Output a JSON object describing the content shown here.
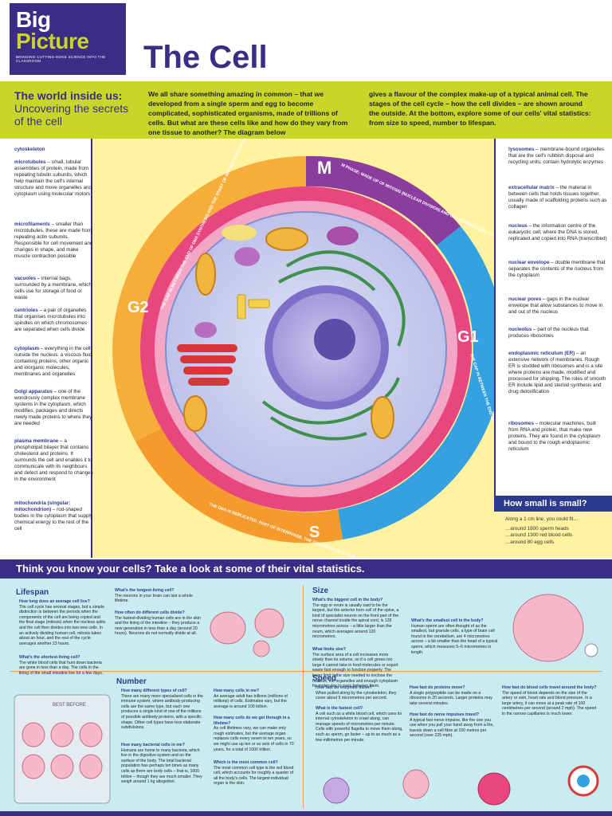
{
  "header": {
    "logo_big": "Big",
    "logo_picture": "Picture",
    "logo_tagline": "BRINGING CUTTING-EDGE SCIENCE INTO THE CLASSROOM",
    "title": "The Cell"
  },
  "intro": {
    "heading_a": "The world inside us:",
    "heading_b": "Uncovering the secrets of the cell",
    "text_col1": "We all share something amazing in common – that we developed from a single sperm and egg to become complicated, sophisticated organisms, made of trillions of cells. But what are these cells like and how do they vary from one tissue to another? The diagram below",
    "text_col2": "gives a flavour of the complex make-up of a typical animal cell. The stages of the cell cycle – how the cell divides – are shown around the outside. At the bottom, explore some of our cells' vital statistics: from size to speed, number to lifespan."
  },
  "left_annotations": [
    {
      "term": "cytoskeleton",
      "text": ""
    },
    {
      "term": "microtubules",
      "text": " – small, tubular assemblies of protein, made from repeating tubulin subunits, which help maintain the cell's internal structure and move organelles and cytoplasm using molecular motors"
    },
    {
      "term": "microfilaments",
      "text": " – smaller than microtubules, these are made from repeating actin subunits. Responsible for cell movement and changes in shape, and make muscle contraction possible"
    },
    {
      "term": "vacuoles",
      "text": " – internal bags, surrounded by a membrane, which cells use for storage of food or waste"
    },
    {
      "term": "centrioles",
      "text": " – a pair of organelles that organises microtubules into spindles on which chromosomes are separated when cells divide"
    },
    {
      "term": "cytoplasm",
      "text": " – everything in the cell outside the nucleus: a viscous fluid containing proteins, other organic and inorganic molecules, membranes and organelles"
    },
    {
      "term": "Golgi apparatus",
      "text": " – one of the wondrously complex membrane systems in the cytoplasm, which modifies, packages and directs newly made proteins to where they are needed"
    },
    {
      "term": "plasma membrane",
      "text": " – a phospholipid bilayer that contains cholesterol and proteins. It surrounds the cell and enables it to communicate with its neighbours and detect and respond to changes in the environment"
    },
    {
      "term": "mitochondria (singular: mitochondrion)",
      "text": " – rod-shaped bodies in the cytoplasm that supply chemical energy to the rest of the cell"
    }
  ],
  "right_annotations": [
    {
      "term": "lysosomes",
      "text": " – membrane-bound organelles that are the cell's rubbish disposal and recycling units; contain hydrolytic enzymes"
    },
    {
      "term": "extracellular matrix",
      "text": " – the material in between cells that holds tissues together, usually made of scaffolding proteins such as collagen"
    },
    {
      "term": "nucleus",
      "text": " – the information centre of the eukaryotic cell, where the DNA is stored, replicated and copied into RNA (transcribed)"
    },
    {
      "term": "nuclear envelope",
      "text": " – double membrane that separates the contents of the nucleus from the cytoplasm"
    },
    {
      "term": "nuclear pores",
      "text": " – gaps in the nuclear envelope that allow substances to move in and out of the nucleus"
    },
    {
      "term": "nucleolus",
      "text": " – part of the nucleus that produces ribosomes"
    },
    {
      "term": "endoplasmic reticulum (ER)",
      "text": " – an extensive network of membranes. Rough ER is studded with ribosomes and is a site where proteins are made, modified and processed for shipping. The roles of smooth ER include lipid and steroid synthesis and drug detoxification"
    },
    {
      "term": "ribosomes",
      "text": " – molecular machines, built from RNA and protein, that make new proteins. They are found in the cytoplasm and bound to the rough endoplasmic reticulum"
    }
  ],
  "cycle": {
    "m_label": "M",
    "m_text": "M PHASE: MADE UP OF MITOSIS (NUCLEAR DIVISION) AND CYTOKINESIS (CELL DIVISION).",
    "g1_label": "G1",
    "g1_text": "THE GAP IN BETWEEN THE END OF MITOSIS AND THE START OF DNA SYNTHESIS. PART OF INTERPHASE.",
    "s_label": "S",
    "s_text": "THE DNA IS REPLICATED. PART OF INTERPHASE. THE SYNTHESIS (S) STAGE, WHEN",
    "g2_label": "G2",
    "g2_text": "THE GAP IN BETWEEN THE END OF DNA SYNTHESIS AND THE START OF MITOSIS. PART OF INTERPHASE."
  },
  "small_box": {
    "title": "How small is small?",
    "intro": "Along a 1 cm line, you could fit…",
    "items": [
      "…around 1800 sperm heads",
      "…around 1300 red blood cells",
      "…around 80 egg cells"
    ]
  },
  "stats": {
    "heading": "Think you know your cells? Take a look at some of their vital statistics.",
    "lifespan": {
      "title": "Lifespan",
      "q1": "How long does an average cell live?",
      "a1": "The cell cycle has several stages, but a simple distinction is between the periods when the components of the cell are being copied and the final stage (mitosis) when the nucleus splits and the cell then divides into two new cells. In an actively dividing human cell, mitosis takes about an hour, and the rest of the cycle averages another 23 hours.",
      "q2": "What's the shortest-living cell?",
      "a2": "The white blood cells that hunt down bacteria are gone in less than a day. The cells in the lining of the small intestine live for a few days.",
      "q3": "What's the longest-living cell?",
      "a3": "The neurons in your brain can last a whole lifetime.",
      "q4": "How often do different cells divide?",
      "a4": "The fastest-dividing human cells are in the skin and the lining of the intestine – they produce a new generation in less than a day (around 20 hours). Neurons do not normally divide at all."
    },
    "number": {
      "title": "Number",
      "q1": "How many different types of cell?",
      "a1": "There are many more specialised cells in the immune system, where antibody-producing cells are the same type, but each one produces a single kind of one of the millions of possible antibody proteins, with a specific shape. Other cell types have less elaborate subdivisions.",
      "q2": "How many bacterial cells in me?",
      "a2": "Humans are home to many bacteria, which live in the digestive system and on the surface of the body. The total bacterial population has perhaps ten times as many cells as there are body cells – that is, 1000 trillion – though they are much smaller. They weigh around 1 kg altogether.",
      "q3": "How many cells in me?",
      "a3": "An average adult has trillions (millions of millions) of cells. Estimates vary, but the average is around 100 trillion.",
      "q4": "How many cells do we get through in a lifetime?",
      "a4": "As cell lifetimes vary, we can make only rough estimates, but the average organ replaces cells every seven to ten years, so we might use up ten or so sets of cells in 70 years, for a total of 1000 trillion.",
      "q5": "Which is the most common cell?",
      "a5": "The most common cell type is the red blood cell, which accounts for roughly a quarter of all the body's cells. The largest individual organ is the skin.",
      "egg_label": "BEST BEFORE"
    },
    "size": {
      "title": "Size",
      "q1": "What's the biggest cell in the body?",
      "a1": "The egg or ovum is usually said to be the largest, but the anterior horn cell of the spine, a kind of specialist neuron on the front part of the nerve channel inside the spinal cord, is 135 micrometres across – a little larger than the ovum, which averages around 120 micrometres.",
      "q2": "What limits size?",
      "a2": "The surface area of a cell increases more slowly than its volume, so if a cell grows too large it cannot take in food molecules or export waste fast enough to function properly. The lower limit is the size needed to enclose the nucleus, the organelles and enough cytoplasm for molecules to pass between them.",
      "q3": "What's the smallest cell in the body?",
      "a3": "Human sperm are often thought of as the smallest, but granule cells, a type of brain cell found in the cerebellum, are 4 micrometres across – a bit smaller than the head of a typical sperm, which measures 5–6 micrometres in length."
    },
    "speed": {
      "title": "Speed",
      "q1": "How fast do enzymes move?",
      "a1": "When pulled along by the cytoskeleton, they cover about 5 micrometres per second.",
      "q2": "What is the fastest cell?",
      "a2": "A cell such as a white blood cell, which uses its internal cytoskeleton to crawl along, can manage speeds of micrometres per minute. Cells with powerful flagella to move them along, such as sperm, go faster – up to as much as a few millimetres per minute.",
      "q3": "How fast do proteins move?",
      "a3": "A single polypeptide can be made on a ribosome in 20 seconds. Larger proteins may take several minutes.",
      "q4": "How fast do nerve impulses travel?",
      "a4": "A typical fast nerve impulse, like the one you use when you pull your hand away from a fire, travels down a cell fibre at 100 metres per second (over 225 mph).",
      "q5": "How fast do blood cells travel around the body?",
      "a5": "The speed of blood depends on the size of the artery or vein, heart rate and blood pressure. In a large artery, it can move at a peak rate of 100 centimetres per second (around 2 mph). The speed in the narrow capillaries is much lower."
    }
  }
}
